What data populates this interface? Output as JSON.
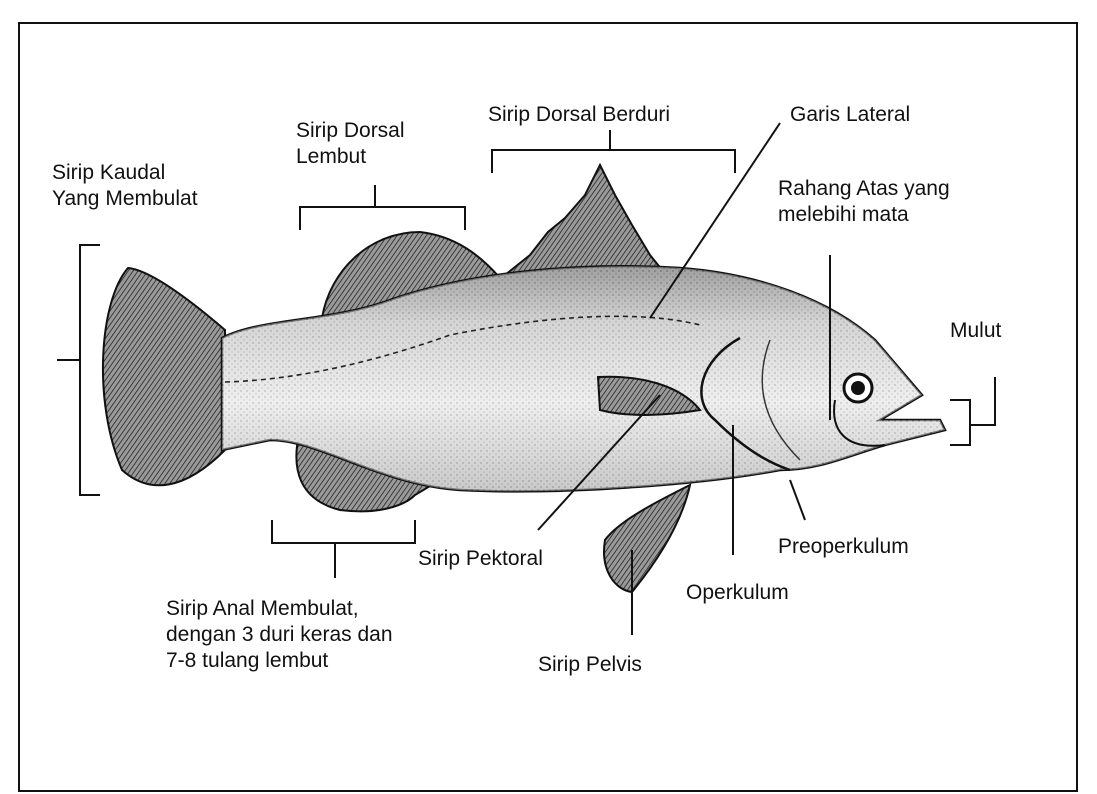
{
  "diagram": {
    "labels": {
      "caudal_fin": "Sirip Kaudal\nYang Membulat",
      "soft_dorsal_fin": "Sirip Dorsal\nLembut",
      "spiny_dorsal_fin": "Sirip Dorsal Berduri",
      "lateral_line": "Garis Lateral",
      "upper_jaw": "Rahang Atas yang\nmelebihi mata",
      "mouth": "Mulut",
      "pectoral_fin": "Sirip Pektoral",
      "preoperculum": "Preoperkulum",
      "operculum": "Operkulum",
      "pelvic_fin": "Sirip Pelvis",
      "anal_fin": "Sirip Anal Membulat,\ndengan 3 duri keras dan\n7-8 tulang lembut"
    },
    "colors": {
      "ink": "#111111",
      "body_fill": "#d9d9d9",
      "fin_fill": "#6e6e6e",
      "background": "#ffffff"
    }
  }
}
